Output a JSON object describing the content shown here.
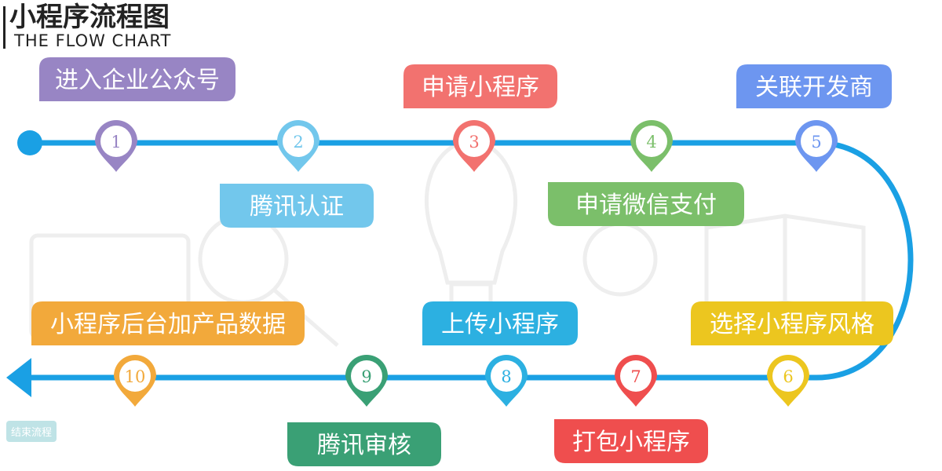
{
  "header": {
    "title": "小程序流程图",
    "subtitle": "THE FLOW CHART"
  },
  "end_label": "结束流程",
  "colors": {
    "line": "#1aa0e4",
    "bg_art": "#eeeeee"
  },
  "steps": [
    {
      "num": "1",
      "label": "进入企业公众号",
      "color": "#9885c4"
    },
    {
      "num": "2",
      "label": "腾讯认证",
      "color": "#72c7ec"
    },
    {
      "num": "3",
      "label": "申请小程序",
      "color": "#f2726f"
    },
    {
      "num": "4",
      "label": "申请微信支付",
      "color": "#7bbf6a"
    },
    {
      "num": "5",
      "label": "关联开发商",
      "color": "#6d96f0"
    },
    {
      "num": "6",
      "label": "选择小程序风格",
      "color": "#ecc61f"
    },
    {
      "num": "7",
      "label": "打包小程序",
      "color": "#ef4e4e"
    },
    {
      "num": "8",
      "label": "上传小程序",
      "color": "#2cb0e1"
    },
    {
      "num": "9",
      "label": "腾讯审核",
      "color": "#3aa075"
    },
    {
      "num": "10",
      "label": "小程序后台加产品数据",
      "color": "#f2a93b"
    }
  ]
}
